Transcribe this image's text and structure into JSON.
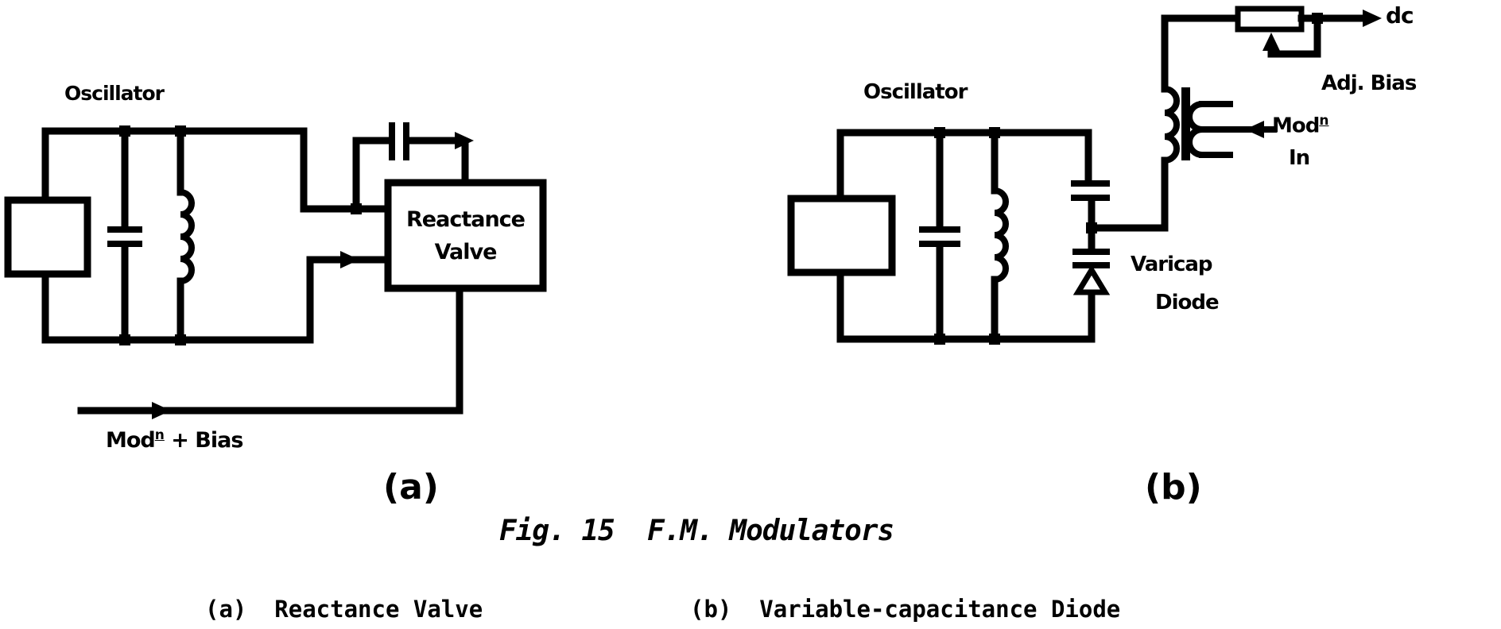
{
  "figure": {
    "caption": "Fig. 15  F.M. Modulators",
    "sub_caption_a": "(a)  Reactance Valve",
    "sub_caption_b": "(b)  Variable-capacitance Diode"
  },
  "circuit_a": {
    "label": "(a)",
    "oscillator_label": "Oscillator",
    "valve_box_line1": "Reactance",
    "valve_box_line2": "Valve",
    "input_label_prefix": "Mod",
    "input_label_sup": "n",
    "input_label_suffix": " + Bias"
  },
  "circuit_b": {
    "label": "(b)",
    "oscillator_label": "Oscillator",
    "varicap_label_line1": "Varicap",
    "varicap_label_line2": "Diode",
    "dc_label": "dc",
    "adj_bias_label": "Adj. Bias",
    "mod_in_prefix": "Mod",
    "mod_in_sup": "n",
    "mod_in_line2": "In"
  },
  "colors": {
    "ink": "#000000",
    "paper": "#ffffff"
  }
}
